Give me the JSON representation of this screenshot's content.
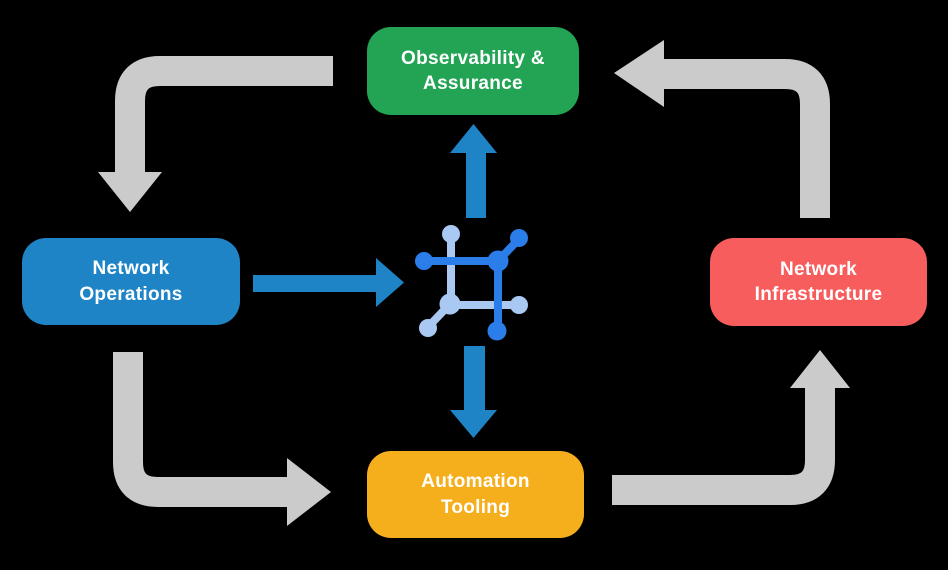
{
  "colors": {
    "background": "#000000",
    "green": "#23a455",
    "blue": "#1e84c6",
    "red": "#f85d5d",
    "yellow": "#f6af1c",
    "gray": "#cbcbcb",
    "icon_dark": "#2b7de9",
    "icon_light": "#a9c9f2",
    "text": "#ffffff"
  },
  "nodes": {
    "observability": {
      "label": "Observability &\nAssurance"
    },
    "operations": {
      "label": "Network\nOperations"
    },
    "infrastructure": {
      "label": "Network\nInfrastructure"
    },
    "automation": {
      "label": "Automation\nTooling"
    }
  },
  "center_icon": "network-automation-platform-icon",
  "flows": [
    {
      "from": "observability",
      "to": "operations",
      "style": "gray-bend"
    },
    {
      "from": "operations",
      "to": "automation",
      "style": "gray-bend"
    },
    {
      "from": "automation",
      "to": "infrastructure",
      "style": "gray-bend"
    },
    {
      "from": "infrastructure",
      "to": "observability",
      "style": "gray-bend"
    },
    {
      "from": "operations",
      "to": "center-icon",
      "style": "blue-straight"
    },
    {
      "from": "center-icon",
      "to": "observability",
      "style": "blue-straight"
    },
    {
      "from": "center-icon",
      "to": "automation",
      "style": "blue-straight"
    }
  ]
}
